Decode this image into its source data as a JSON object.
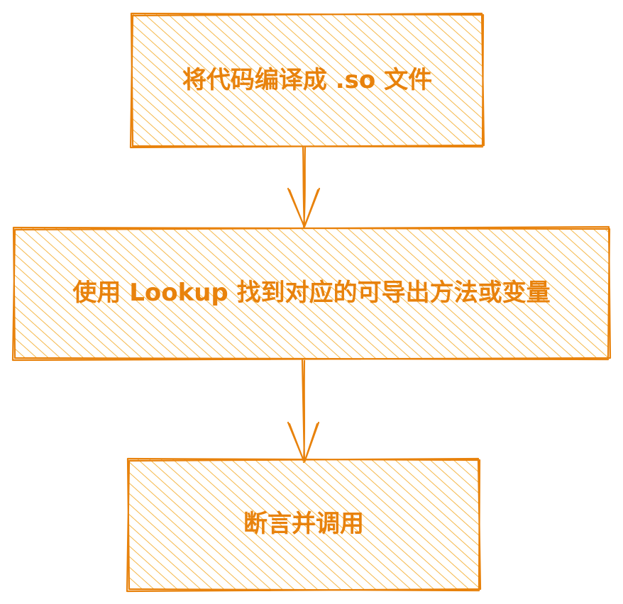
{
  "colors": {
    "accent": "#e8820c",
    "hatch": "#f5b84a",
    "background": "#ffffff"
  },
  "nodes": [
    {
      "id": "compile",
      "label": "将代码编译成 .so 文件"
    },
    {
      "id": "lookup",
      "label": "使用 Lookup 找到对应的可导出方法或变量"
    },
    {
      "id": "assert",
      "label": "断言并调用"
    }
  ],
  "edges": [
    {
      "from": "compile",
      "to": "lookup"
    },
    {
      "from": "lookup",
      "to": "assert"
    }
  ]
}
